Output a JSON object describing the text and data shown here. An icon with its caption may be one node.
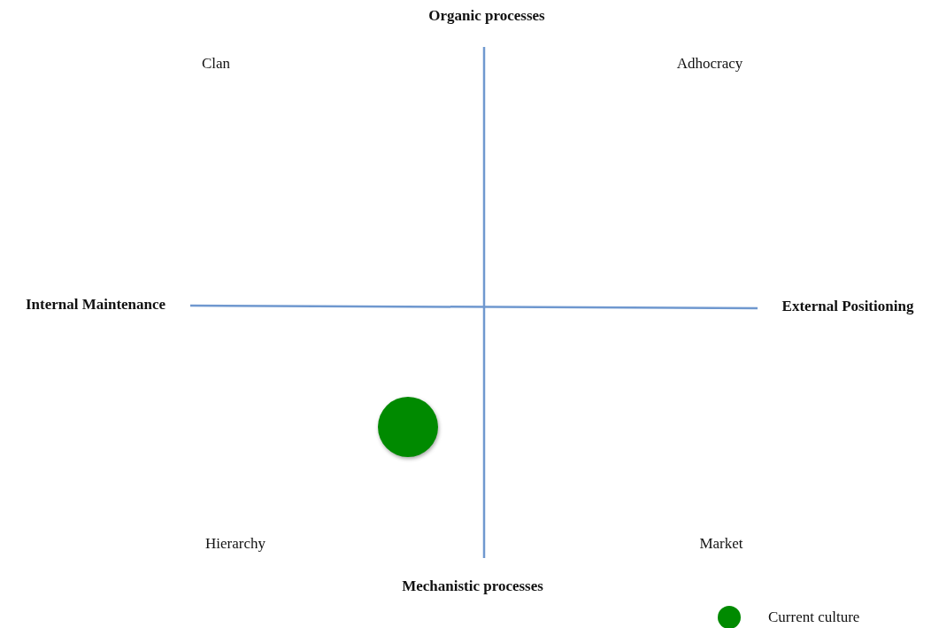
{
  "diagram": {
    "labels": [
      "Organic processes",
      "Clan",
      "Adhocracy",
      "Internal Maintenance",
      "External Positioning",
      "Hierarchy",
      "Market",
      "Mechanistic processes"
    ],
    "legend": [
      {
        "text": "Current culture",
        "color": "#008a00"
      }
    ]
  }
}
